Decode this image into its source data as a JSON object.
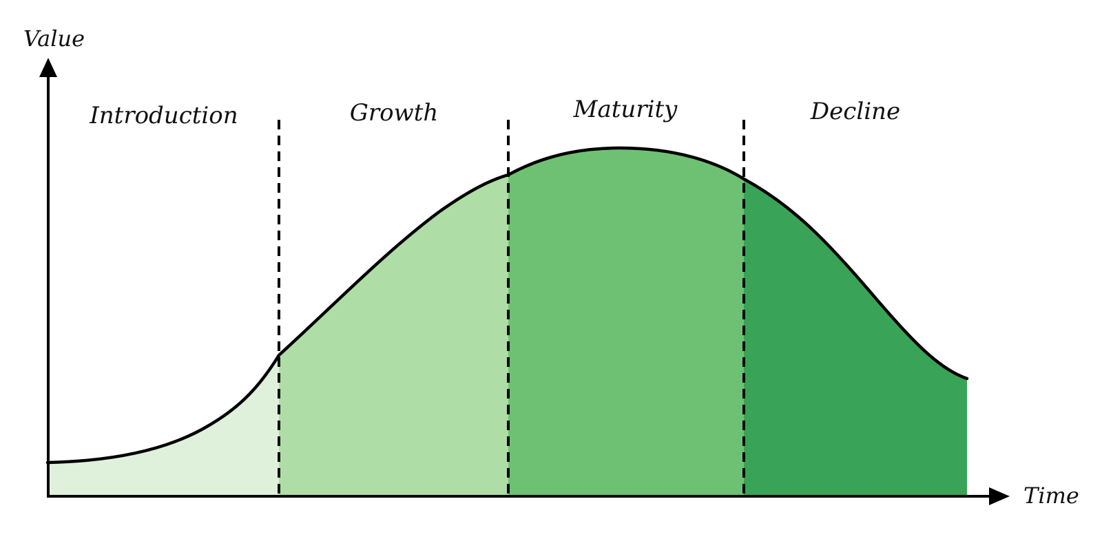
{
  "axes": {
    "y_label": "Value",
    "x_label": "Time"
  },
  "stages": [
    {
      "label": "Introduction",
      "color": "#dff1da"
    },
    {
      "label": "Growth",
      "color": "#aedea5"
    },
    {
      "label": "Maturity",
      "color": "#6ec172"
    },
    {
      "label": "Decline",
      "color": "#39a457"
    }
  ],
  "colors": {
    "curve": "#000000",
    "axis": "#000000",
    "divider": "#000000",
    "background": "#ffffff"
  }
}
